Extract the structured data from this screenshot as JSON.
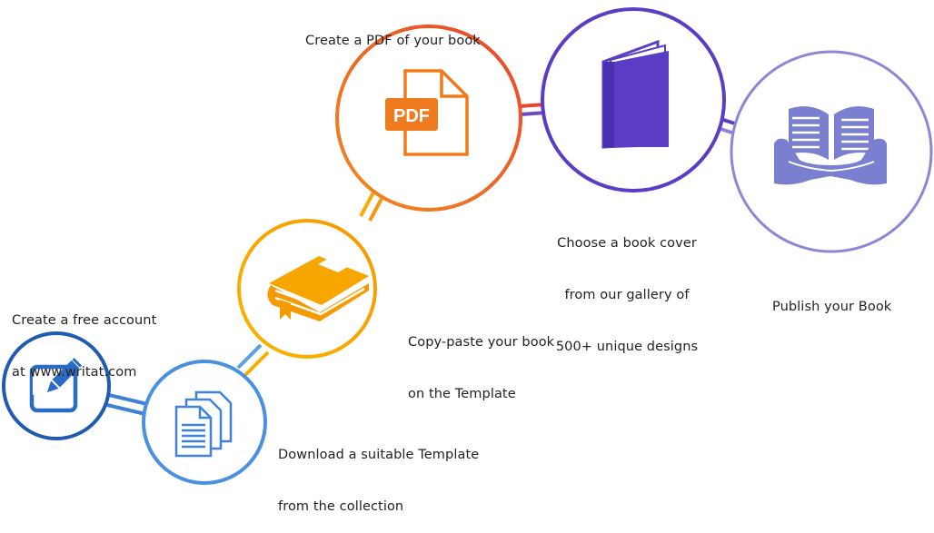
{
  "steps": [
    {
      "label_lines": [
        "Create a free account",
        "at www.writat.com"
      ],
      "icon": "pencil-edit-icon",
      "color": "#1f5bb0"
    },
    {
      "label_lines": [
        "Download a suitable Template",
        "from the collection"
      ],
      "icon": "documents-stack-icon",
      "color": "#4a90e2"
    },
    {
      "label_lines": [
        "Copy-paste your book",
        "on the Template"
      ],
      "icon": "closed-book-icon",
      "color": "#f5a800"
    },
    {
      "label_lines": [
        "Create a PDF of your book"
      ],
      "icon": "pdf-file-icon",
      "color": "#ee6a2a"
    },
    {
      "label_lines": [
        "Choose a book cover",
        "from our gallery of",
        "500+ unique designs"
      ],
      "icon": "standing-book-icon",
      "color": "#5b3cc4"
    },
    {
      "label_lines": [
        "Publish your Book"
      ],
      "icon": "reading-book-icon",
      "color": "#7b7fd0"
    }
  ]
}
